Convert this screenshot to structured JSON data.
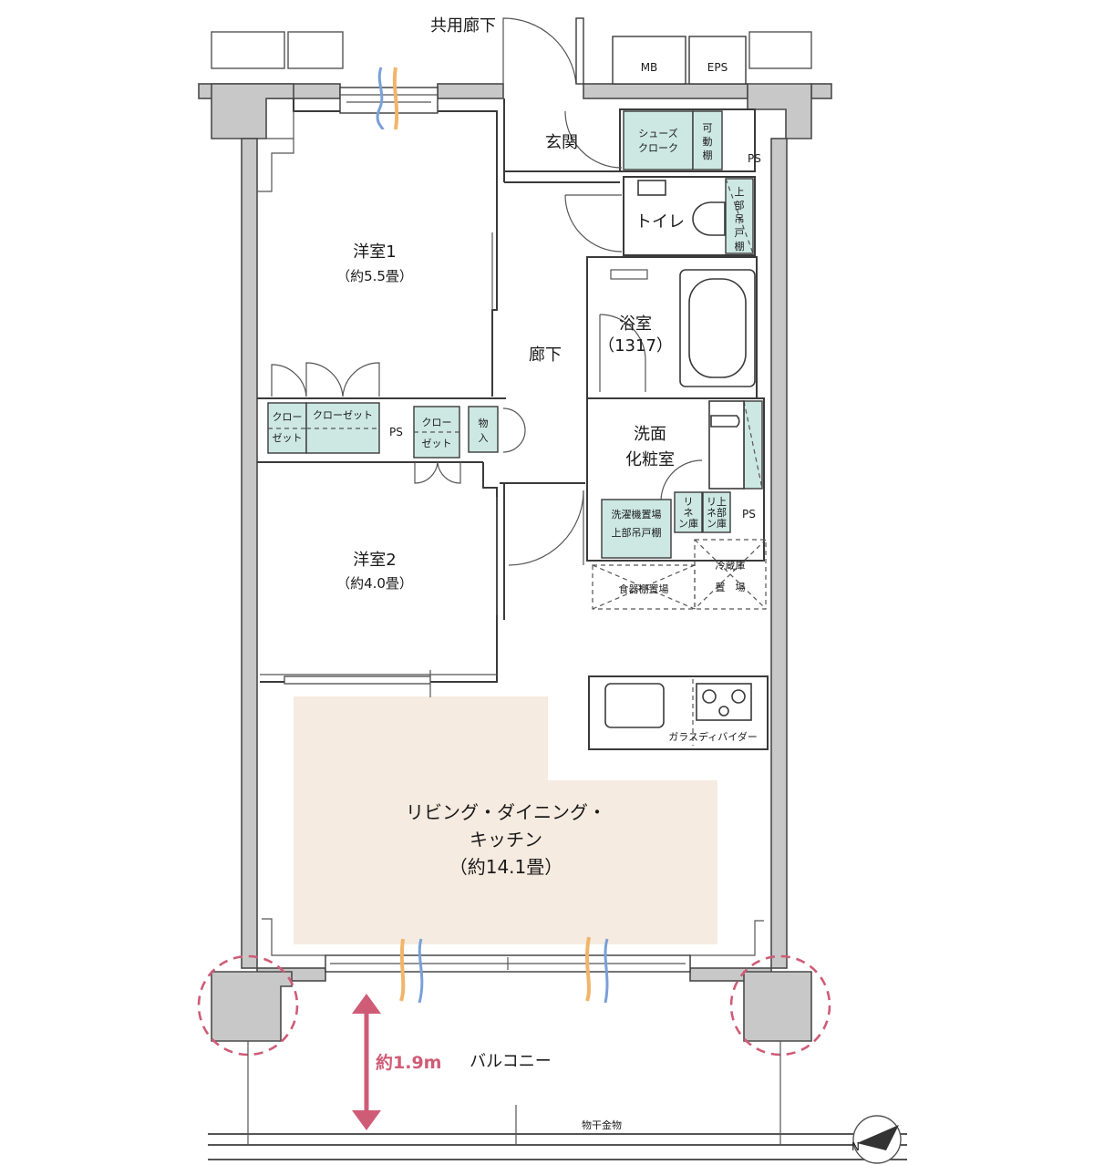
{
  "labels": {
    "corridor_common": "共用廊下",
    "mb": "MB",
    "eps": "EPS",
    "ps_entry": "PS",
    "ps_closet": "PS",
    "ps_wash": "PS",
    "genkan": "玄関",
    "shoes_1": "シューズ",
    "shoes_2": "クローク",
    "kado_1": "可",
    "kado_2": "動",
    "kado_3": "棚",
    "toilet": "トイレ",
    "toilet_storage": [
      "上",
      "部",
      "吊",
      "戸",
      "棚"
    ],
    "room1_name": "洋室1",
    "room1_size": "（約5.5畳）",
    "room2_name": "洋室2",
    "room2_size": "（約4.0畳）",
    "bath_name": "浴室",
    "bath_size": "（1317）",
    "hallway": "廊下",
    "wash_1": "洗面",
    "wash_2": "化粧室",
    "closet_a1": "クロー",
    "closet_a2": "ゼット",
    "closet_b": "クローゼット",
    "closet_c1": "クロー",
    "closet_c2": "ゼット",
    "mono_1": "物",
    "mono_2": "入",
    "washer_1": "洗濯機置場",
    "washer_2": "上部吊戸棚",
    "linen_1a": "リ",
    "linen_1b": "ネ",
    "linen_1c": "ン庫",
    "linen_2a": "リ上",
    "linen_2b": "ネ部",
    "linen_2c": "ン庫",
    "fridge_1": "冷蔵庫",
    "fridge_2": "置　場",
    "dish": "食器棚置場",
    "glass_divider": "ガラスディバイダー",
    "ldk_1": "リビング・ダイニング・",
    "ldk_2": "キッチン",
    "ldk_3": "（約14.1畳）",
    "balcony_depth": "約1.9m",
    "balcony": "バルコニー",
    "hanger": "物干金物",
    "north": "N"
  },
  "colors": {
    "ldk_fill": "#f6ebe0",
    "storage_fill": "#cde8e3",
    "wall_fill": "#c8c8c8",
    "accent": "#cf5c77",
    "vent_blue": "#7aa0d8",
    "vent_orange": "#f1b56a"
  }
}
